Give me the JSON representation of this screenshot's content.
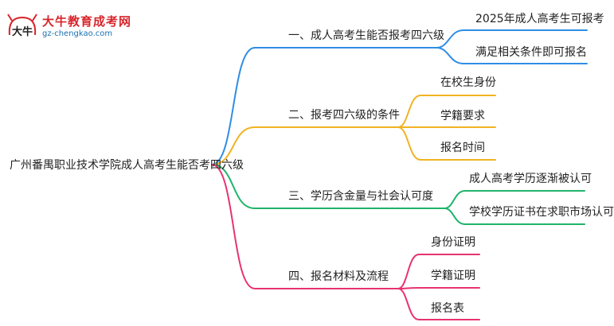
{
  "logo": {
    "name": "大牛教育成考网",
    "url": "gz-chengkao.com",
    "mark": "大牛"
  },
  "root": "广州番禺职业技术学院成人高考生能否考四六级",
  "branches": [
    {
      "label": "一、成人高考生能否报考四六级",
      "color": "#2f8de4",
      "children": [
        "2025年成人高考生可报考",
        "满足相关条件即可报名"
      ]
    },
    {
      "label": "二、报考四六级的条件",
      "color": "#f0b323",
      "children": [
        "在校生身份",
        "学籍要求",
        "报名时间"
      ]
    },
    {
      "label": "三、学历含金量与社会认可度",
      "color": "#20b46a",
      "children": [
        "成人高考学历逐渐被认可",
        "学校学历证书在求职市场认可"
      ]
    },
    {
      "label": "四、报名材料及流程",
      "color": "#e8336f",
      "children": [
        "身份证明",
        "学籍证明",
        "报名表"
      ]
    }
  ]
}
